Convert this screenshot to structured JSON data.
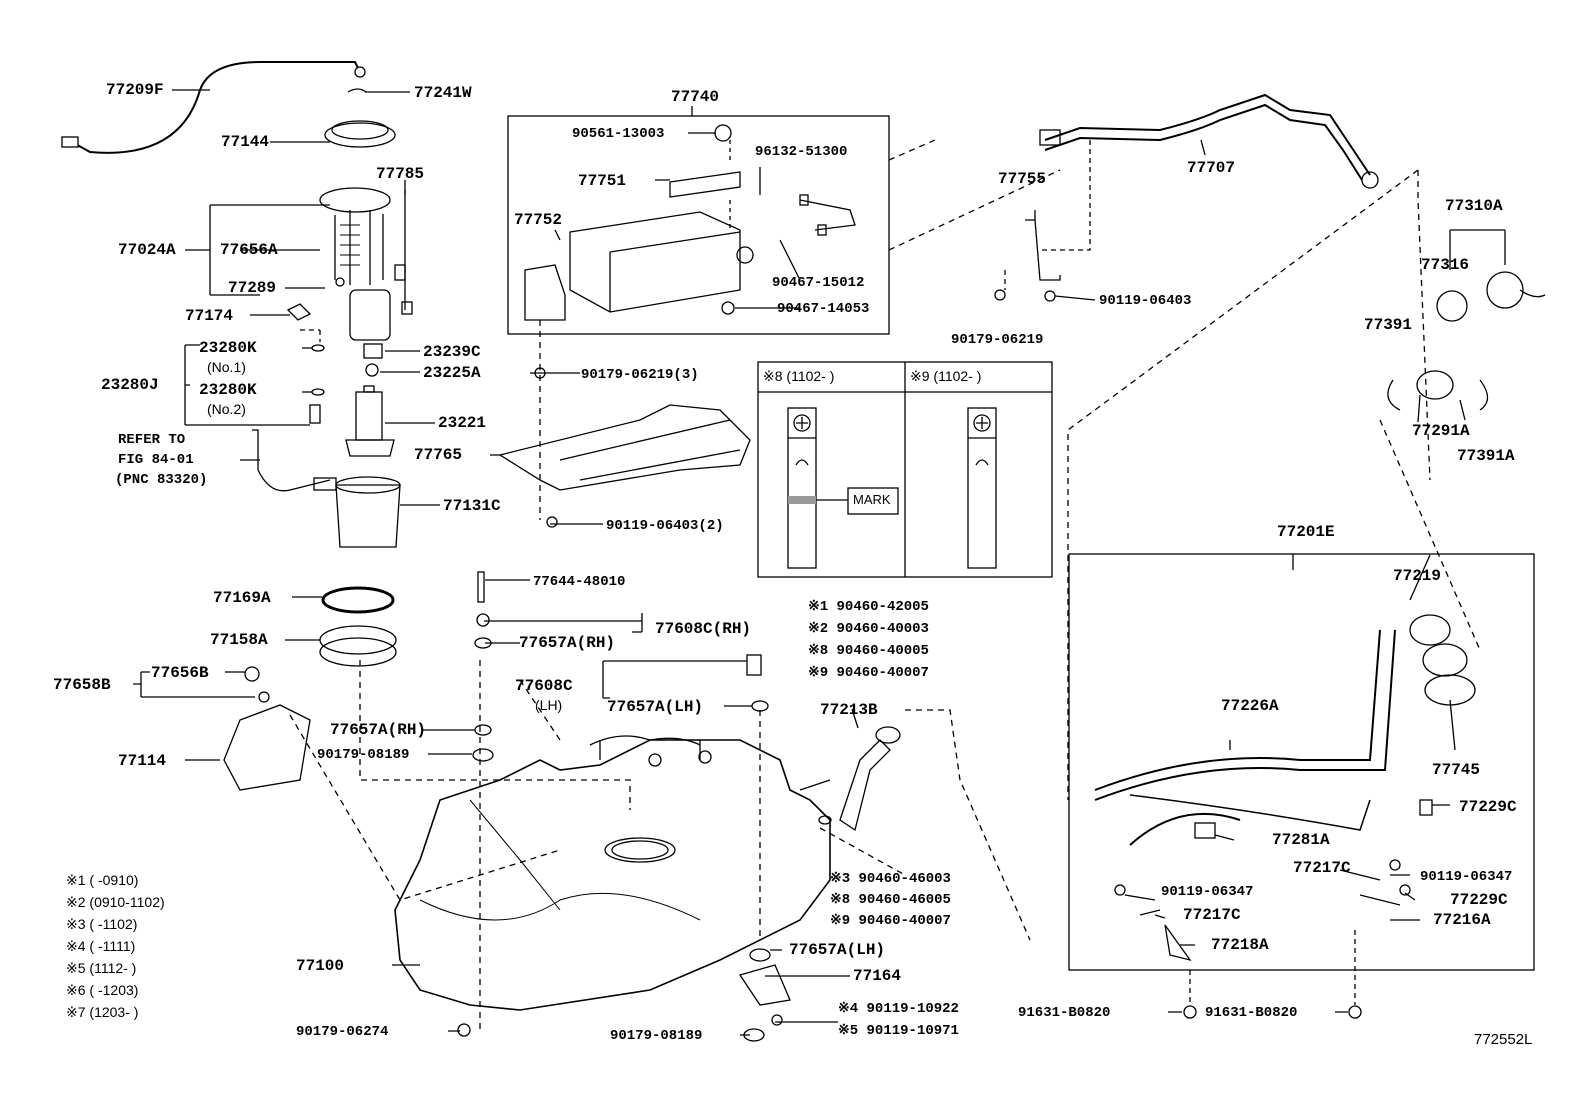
{
  "parts": {
    "p77209F": "77209F",
    "p77241W": "77241W",
    "p77144": "77144",
    "p77785": "77785",
    "p77024A": "77024A",
    "p77656A": "77656A",
    "p77289": "77289",
    "p77174": "77174",
    "p23280K1": "23280K",
    "no1": "(No.1)",
    "p23280J": "23280J",
    "p23280K2": "23280K",
    "no2": "(No.2)",
    "p23239C": "23239C",
    "p23225A": "23225A",
    "p23221": "23221",
    "refer1": "REFER TO",
    "refer2": "FIG 84-01",
    "refer3": "(PNC 83320)",
    "p77131C": "77131C",
    "p77169A": "77169A",
    "p77158A": "77158A",
    "p77658B": "77658B",
    "p77656B": "77656B",
    "p77114": "77114",
    "p77740": "77740",
    "p90561": "90561-13003",
    "p96132": "96132-51300",
    "p77751": "77751",
    "p77752": "77752",
    "p90467a": "90467-15012",
    "p90467b": "90467-14053",
    "p90179a": "90179-06219(3)",
    "p77765": "77765",
    "p90119a": "90119-06403(2)",
    "p77644": "77644-48010",
    "p77608C_rh": "77608C(RH)",
    "p77657A_rh1": "77657A(RH)",
    "p77608C": "77608C",
    "lh": "(LH)",
    "p77657A_lh1": "77657A(LH)",
    "p77657A_rh2": "77657A(RH)",
    "p90179b": "90179-08189",
    "p77213B": "77213B",
    "s1": "※1 90460-42005",
    "s2": "※2 90460-40003",
    "s8": "※8 90460-40005",
    "s9": "※9 90460-40007",
    "s3b": "※3 90460-46003",
    "s8b": "※8 90460-46005",
    "s9b": "※9 90460-40007",
    "p77100": "77100",
    "p90179c": "90179-06274",
    "p77657A_lh2": "77657A(LH)",
    "p77164": "77164",
    "p90179d": "90179-08189",
    "s4": "※4 90119-10922",
    "s5": "※5 90119-10971",
    "p77755": "77755",
    "p77707": "77707",
    "p90179e": "90179-06219",
    "p90119b": "90119-06403",
    "p77310A": "77310A",
    "p77316": "77316",
    "p77391": "77391",
    "p77291A": "77291A",
    "p77391A": "77391A",
    "p77201E": "77201E",
    "p77219": "77219",
    "p77226A": "77226A",
    "p77745": "77745",
    "p77229C": "77229C",
    "p77281A": "77281A",
    "p77217C1": "77217C",
    "p90119c": "90119-06347",
    "p90119d": "90119-06347",
    "p77217C2": "77217C",
    "p77229C2": "77229C",
    "p77216A": "77216A",
    "p77218A": "77218A",
    "p91631a": "91631-B0820",
    "p91631b": "91631-B0820"
  },
  "inset": {
    "left_title": "※8 (1102-      )",
    "right_title": "※9 (1102-      )",
    "mark": "MARK"
  },
  "notes": [
    "※1 (      -0910)",
    "※2 (0910-1102)",
    "※3 (      -1102)",
    "※4 (      -1111)",
    "※5 (1112-      )",
    "※6 (      -1203)",
    "※7 (1203-      )"
  ],
  "figure_id": "772552L"
}
